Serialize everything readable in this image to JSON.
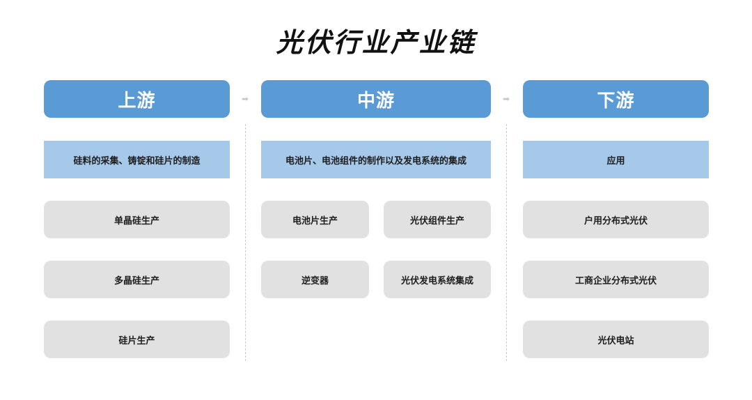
{
  "title": "光伏行业产业链",
  "arrow_glyph": "➡",
  "upstream": {
    "header": "上游",
    "description": "硅料的采集、铸锭和硅片的制造",
    "items": [
      "单晶硅生产",
      "多晶硅生产",
      "硅片生产"
    ]
  },
  "midstream": {
    "header": "中游",
    "description": "电池片、电池组件的制作以及发电系统的集成",
    "items": [
      "电池片生产",
      "光伏组件生产",
      "逆变器",
      "光伏发电系统集成"
    ]
  },
  "downstream": {
    "header": "下游",
    "description": "应用",
    "items": [
      "户用分布式光伏",
      "工商企业分布式光伏",
      "光伏电站"
    ]
  },
  "colors": {
    "header_blue": "#5b9bd5",
    "desc_blue": "#a6c9ea",
    "item_gray": "#e1e1e1"
  }
}
